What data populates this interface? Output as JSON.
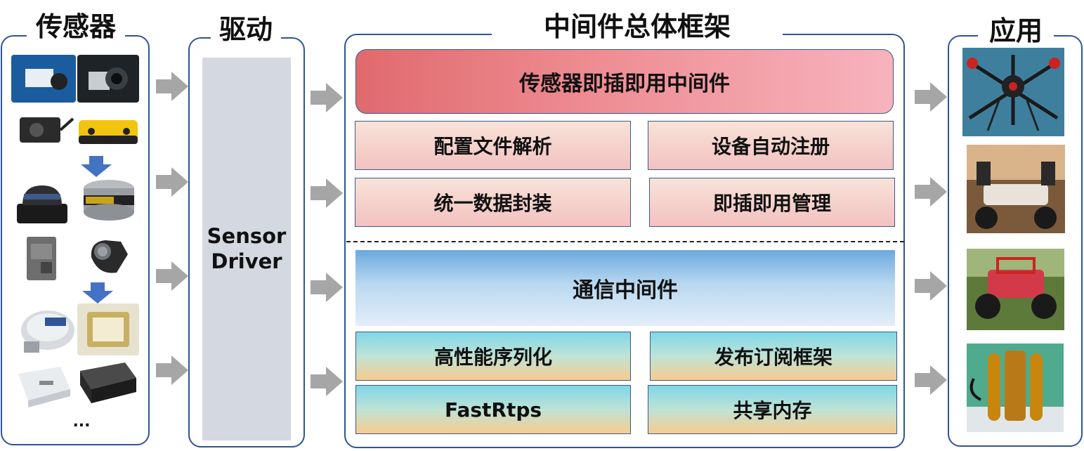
{
  "sections": {
    "sensors": {
      "title": "传感器",
      "ellipsis": "..."
    },
    "driver": {
      "title": "驱动",
      "label_line1": "Sensor",
      "label_line2": "Driver"
    },
    "framework": {
      "title": "中间件总体框架",
      "plug_middleware": "传感器即插即用中间件",
      "config_parse": "配置文件解析",
      "auto_register": "设备自动注册",
      "unified_packaging": "统一数据封装",
      "plug_manage": "即插即用管理",
      "comm_middleware": "通信中间件",
      "high_perf_serialization": "高性能序列化",
      "pubsub_framework": "发布订阅框架",
      "fastrtps": "FastRtps",
      "shared_memory": "共享内存"
    },
    "apps": {
      "title": "应用"
    }
  },
  "colors": {
    "border": "#2f5597",
    "arrow_gray": "#a6a6a6",
    "down_arrow_blue": "#4472c4",
    "driver_bar": "#d4d9e1"
  },
  "images": {
    "sensors": [
      "industrial-camera",
      "machine-vision-camera",
      "depth-camera",
      "stereo-camera",
      "2d-lidar",
      "3d-lidar",
      "radar-module",
      "ultrasonic-sensor",
      "imu-round",
      "imu-square",
      "gnss-module",
      "gnss-receiver"
    ],
    "apps": [
      "drone",
      "ground-robot",
      "rc-vehicle",
      "underwater-robot"
    ]
  }
}
